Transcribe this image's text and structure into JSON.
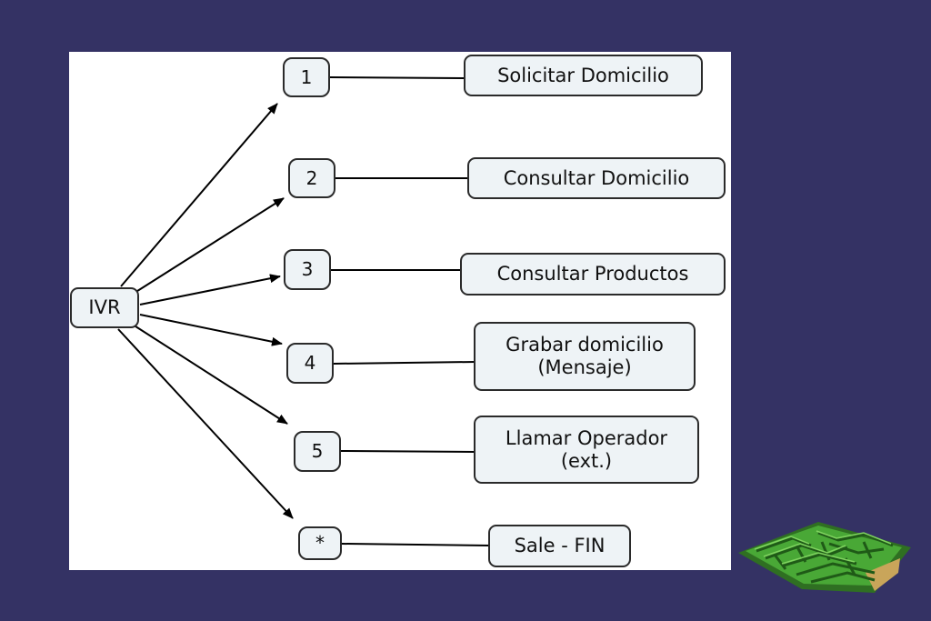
{
  "diagram": {
    "root": {
      "label": "IVR"
    },
    "options": [
      {
        "key": "1",
        "action": "Solicitar Domicilio"
      },
      {
        "key": "2",
        "action": "Consultar Domicilio"
      },
      {
        "key": "3",
        "action": "Consultar Productos"
      },
      {
        "key": "4",
        "action": "Grabar domicilio\n(Mensaje)"
      },
      {
        "key": "5",
        "action": "Llamar Operador\n(ext.)"
      },
      {
        "key": "*",
        "action": "Sale - FIN"
      }
    ]
  },
  "colors": {
    "background": "#343264",
    "panel": "#ffffff",
    "node_fill": "#eef3f6",
    "node_border": "#2a2a2a",
    "maze_green": "#3f9a2e"
  },
  "decoration": {
    "icon": "maze-icon"
  }
}
